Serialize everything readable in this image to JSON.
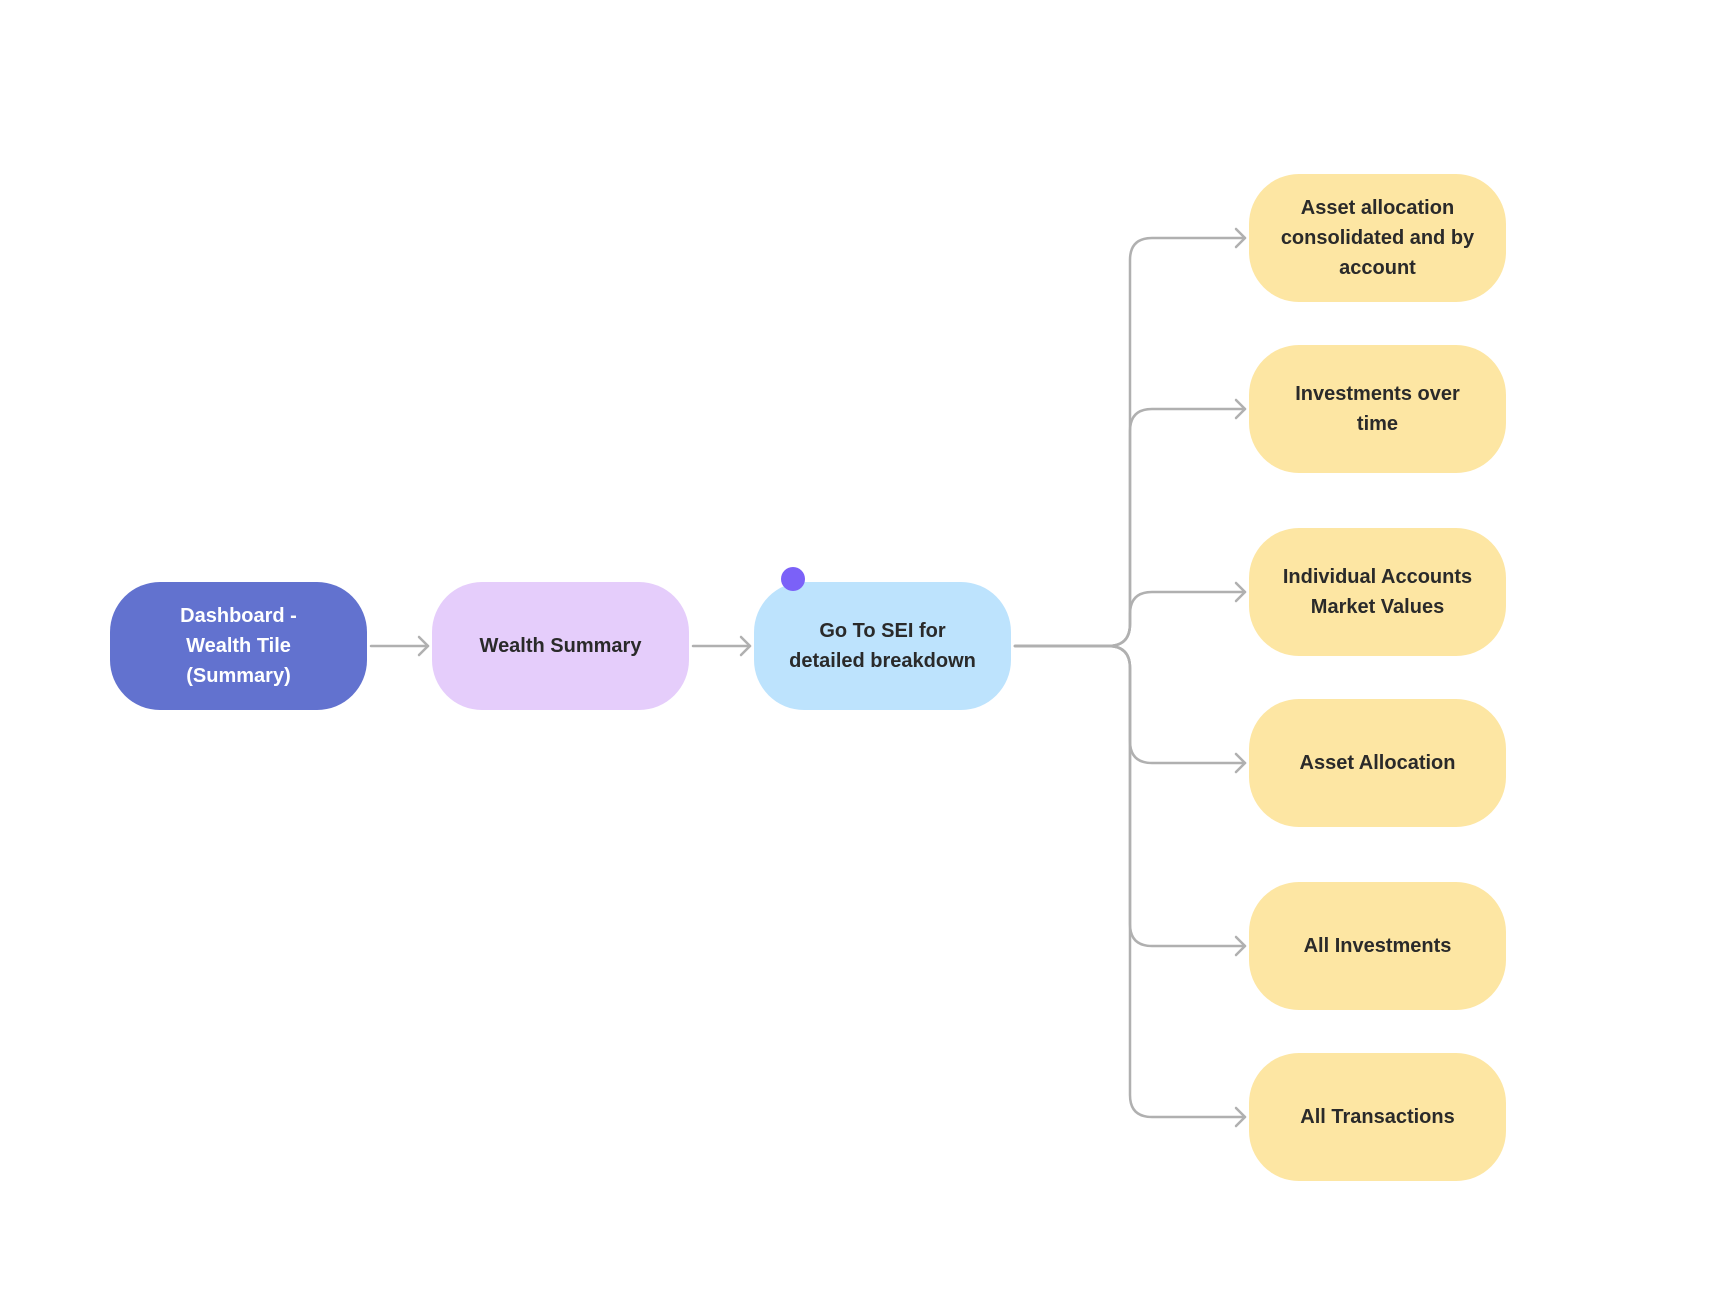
{
  "colors": {
    "dashboard_fill": "#6272cf",
    "dashboard_text": "#ffffff",
    "wealth_fill": "#e5cdfb",
    "sei_fill": "#bde3fd",
    "leaf_fill": "#fde6a3",
    "connector": "#b0b0b0",
    "marker_dot": "#7b61f8"
  },
  "diagram": {
    "dashboard": {
      "lines": [
        "Dashboard -",
        "Wealth Tile",
        "(Summary)"
      ]
    },
    "wealth": {
      "lines": [
        "Wealth Summary"
      ]
    },
    "sei": {
      "lines": [
        "Go To SEI for",
        "detailed breakdown"
      ]
    },
    "leaves": [
      {
        "lines": [
          "Asset allocation",
          "consolidated and by",
          "account"
        ]
      },
      {
        "lines": [
          "Investments over",
          "time"
        ]
      },
      {
        "lines": [
          "Individual Accounts",
          "Market Values"
        ]
      },
      {
        "lines": [
          "Asset Allocation"
        ]
      },
      {
        "lines": [
          "All Investments"
        ]
      },
      {
        "lines": [
          "All Transactions"
        ]
      }
    ]
  }
}
